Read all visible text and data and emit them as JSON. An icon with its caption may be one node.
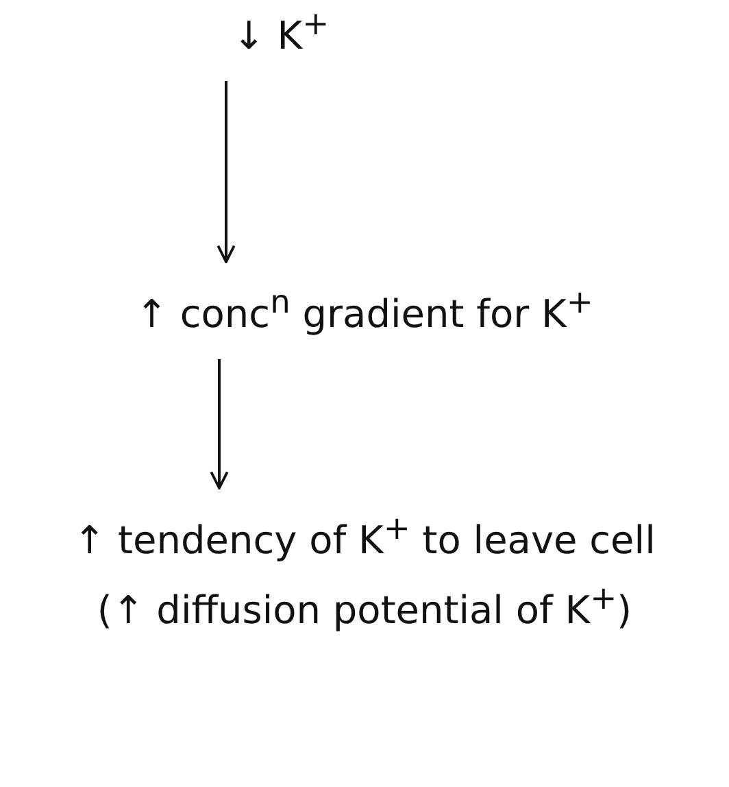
{
  "diagram": {
    "nodes": [
      {
        "text": [
          "↓ K$^{+}$"
        ]
      },
      {
        "text": [
          "↑ conc$^{n}$ gradient for K$^{+}$"
        ]
      },
      {
        "text": [
          "↑ tendency of K$^{+}$ to leave cell",
          "(↑ diffusion potential of K$^{+}$)"
        ]
      }
    ],
    "edges": [
      {
        "from": 0,
        "to": 1,
        "arrow": "to"
      },
      {
        "from": 1,
        "to": 2,
        "arrow": "to"
      }
    ]
  }
}
